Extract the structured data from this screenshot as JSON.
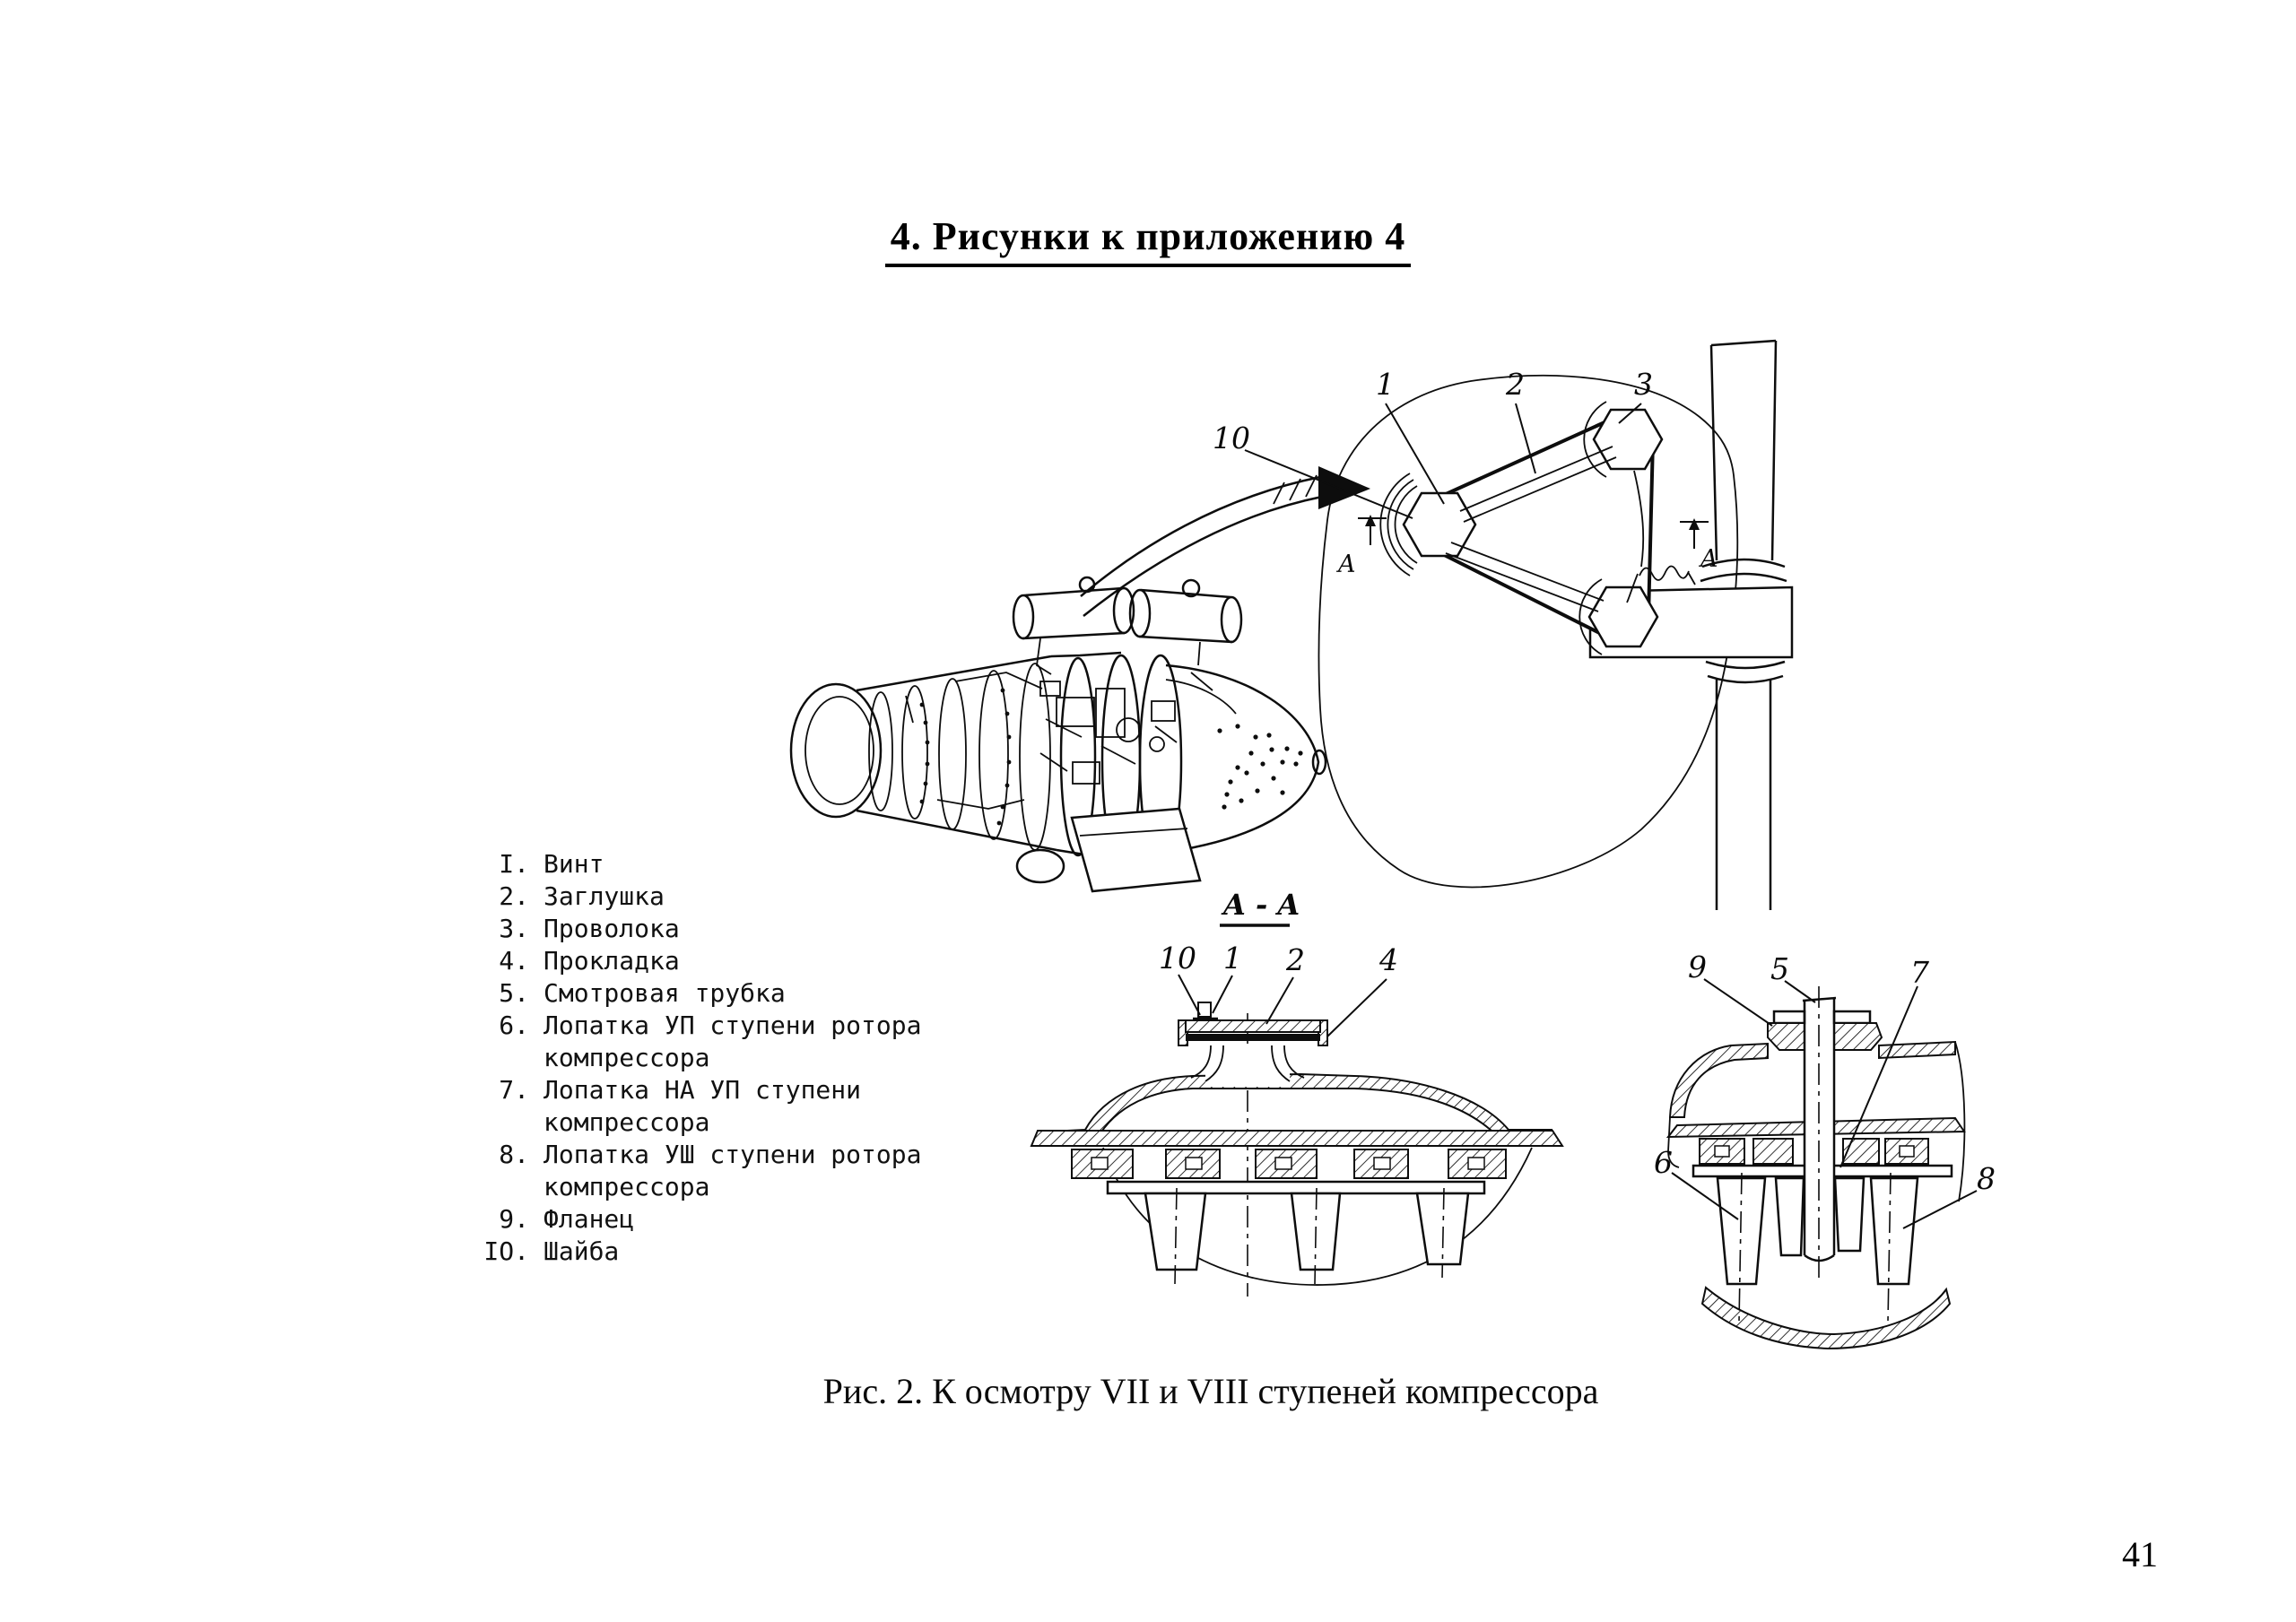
{
  "page": {
    "title": "4. Рисунки к приложению 4",
    "caption": "Рис. 2. К осмотру VII и VIII ступеней компрессора",
    "page_number": "41"
  },
  "legend": {
    "items": [
      {
        "num": "I.",
        "label": "Винт"
      },
      {
        "num": "2.",
        "label": "Заглушка"
      },
      {
        "num": "3.",
        "label": "Проволока"
      },
      {
        "num": "4.",
        "label": "Прокладка"
      },
      {
        "num": "5.",
        "label": "Смотровая трубка"
      },
      {
        "num": "6.",
        "label": "Лопатка УП ступени ротора компрессора"
      },
      {
        "num": "7.",
        "label": "Лопатка НА УП ступени компрессора"
      },
      {
        "num": "8.",
        "label": "Лопатка УШ ступени ротора компрессора"
      },
      {
        "num": "9.",
        "label": "Фланец"
      },
      {
        "num": "IO.",
        "label": "Шайба"
      }
    ]
  },
  "figures": {
    "detail": {
      "callout_1": "1",
      "callout_2": "2",
      "callout_3": "3",
      "callout_10": "10",
      "marker_left": "A",
      "marker_right": "A"
    },
    "section_aa": {
      "label": "A - A",
      "callout_10": "10",
      "callout_1": "1",
      "callout_2": "2",
      "callout_4": "4"
    },
    "section_right": {
      "callout_9": "9",
      "callout_5": "5",
      "callout_7": "7",
      "callout_6": "6",
      "callout_8": "8"
    }
  }
}
